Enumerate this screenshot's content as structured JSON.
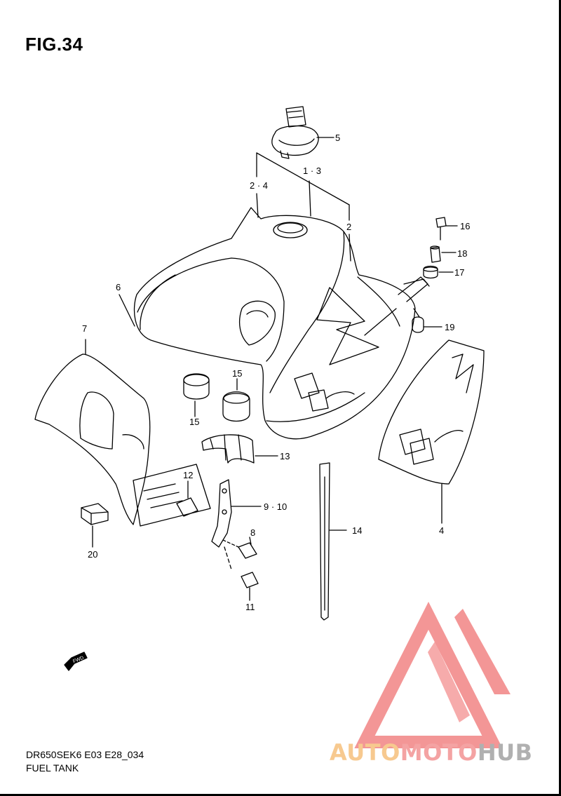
{
  "figure": {
    "title": "FIG.34"
  },
  "footer": {
    "model_code": "DR650SEK6 E03 E28_034",
    "section": "FUEL TANK"
  },
  "watermark": {
    "part1": "AUTO",
    "part2": "MOTO",
    "part3": "HUB",
    "colors": {
      "part1": "#f7c98f",
      "part2": "#f4a3a3",
      "part3": "#b0b0b0",
      "logo": "#f28b8b"
    }
  },
  "callouts": {
    "c5": "5",
    "c1_3": "1 · 3",
    "c2_4": "2 · 4",
    "c2": "2",
    "c16": "16",
    "c18": "18",
    "c17": "17",
    "c19": "19",
    "c6": "6",
    "c7": "7",
    "c15a": "15",
    "c15b": "15",
    "c13": "13",
    "c12": "12",
    "c9_10": "9 · 10",
    "c8": "8",
    "c11": "11",
    "c14": "14",
    "c4": "4",
    "c20": "20"
  },
  "fwd_label": "FWD"
}
